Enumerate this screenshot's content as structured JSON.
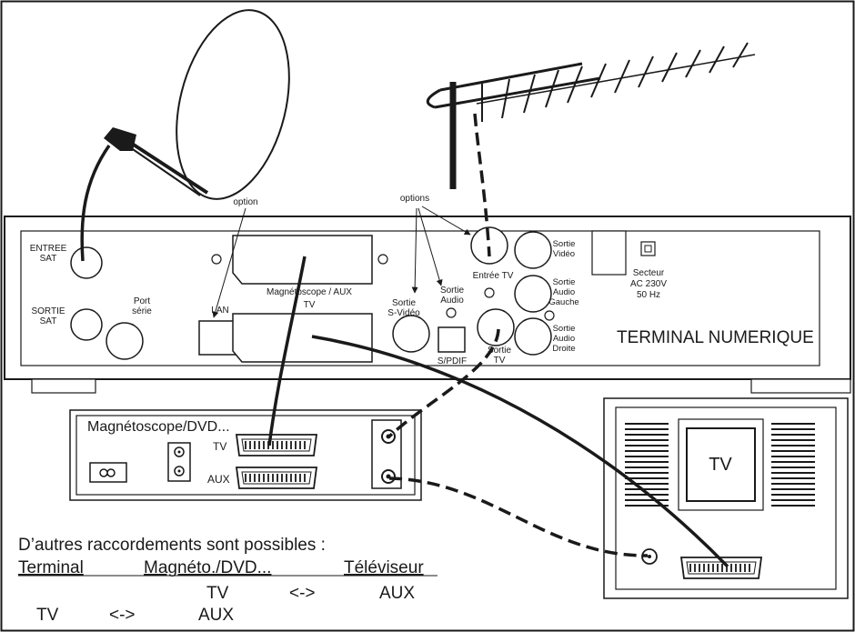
{
  "labels": {
    "option": "option",
    "options": "options",
    "entree_sat_1": "ENTREE",
    "entree_sat_2": "SAT",
    "sortie_sat_1": "SORTIE",
    "sortie_sat_2": "SAT",
    "port_serie_1": "Port",
    "port_serie_2": "série",
    "lan": "LAN",
    "magneto_aux": "Magnétoscope / AUX",
    "tv_scart": "TV",
    "sortie_svideo_1": "Sortie",
    "sortie_svideo_2": "S-Vidéo",
    "sortie_audio_1": "Sortie",
    "sortie_audio_2": "Audio",
    "spdif": "S/PDIF",
    "entree_tv": "Entrée TV",
    "sortie_tv_1": "Sortie",
    "sortie_tv_2": "TV",
    "sortie_video_1": "Sortie",
    "sortie_video_2": "Vidéo",
    "sortie_audio_gauche_1": "Sortie",
    "sortie_audio_gauche_2": "Audio",
    "sortie_audio_gauche_3": "Gauche",
    "sortie_audio_droite_1": "Sortie",
    "sortie_audio_droite_2": "Audio",
    "sortie_audio_droite_3": "Droite",
    "secteur_1": "Secteur",
    "secteur_2": "AC 230V",
    "secteur_3": "50 Hz",
    "terminal_title": "TERMINAL NUMERIQUE",
    "vcr_title": "Magnétoscope/DVD...",
    "vcr_tv": "TV",
    "vcr_aux": "AUX",
    "tv_screen": "TV"
  },
  "notes": {
    "heading": "D’autres raccordements sont possibles :",
    "col_terminal": "Terminal",
    "col_magneto": "Magnéto./DVD...",
    "col_televiseur": "Téléviseur",
    "row1_magneto": "TV",
    "row1_arrow": "<->",
    "row1_televiseur": "AUX",
    "row2_terminal": "TV",
    "row2_arrow": "<->",
    "row2_magneto": "AUX"
  }
}
